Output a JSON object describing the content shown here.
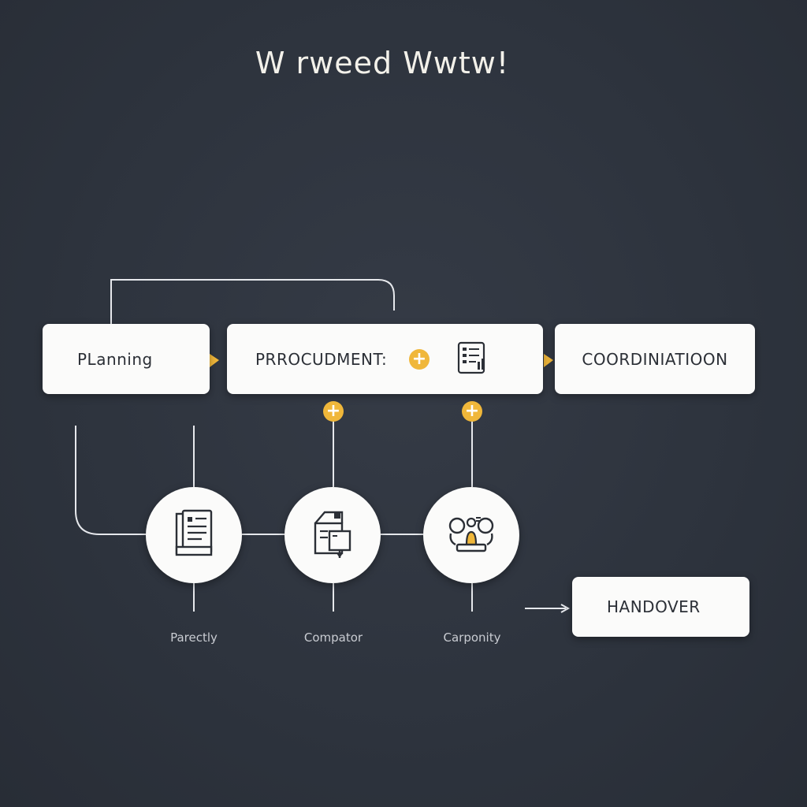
{
  "title": "W rweed Wwtw!",
  "steps": {
    "planning": "PLanning",
    "procurement": "PRROCUDMENT:",
    "coordination": "COORDINIATIOON",
    "handover": "HANDOVER"
  },
  "circles": [
    {
      "label": "Parectly",
      "icon": "document-stack-icon"
    },
    {
      "label": "Compator",
      "icon": "blueprint-icon"
    },
    {
      "label": "Carponity",
      "icon": "team-collaboration-icon"
    }
  ],
  "colors": {
    "background": "#2e3440",
    "box": "#fbfbfa",
    "accent": "#f0b73a",
    "line": "#e6e8ec"
  }
}
